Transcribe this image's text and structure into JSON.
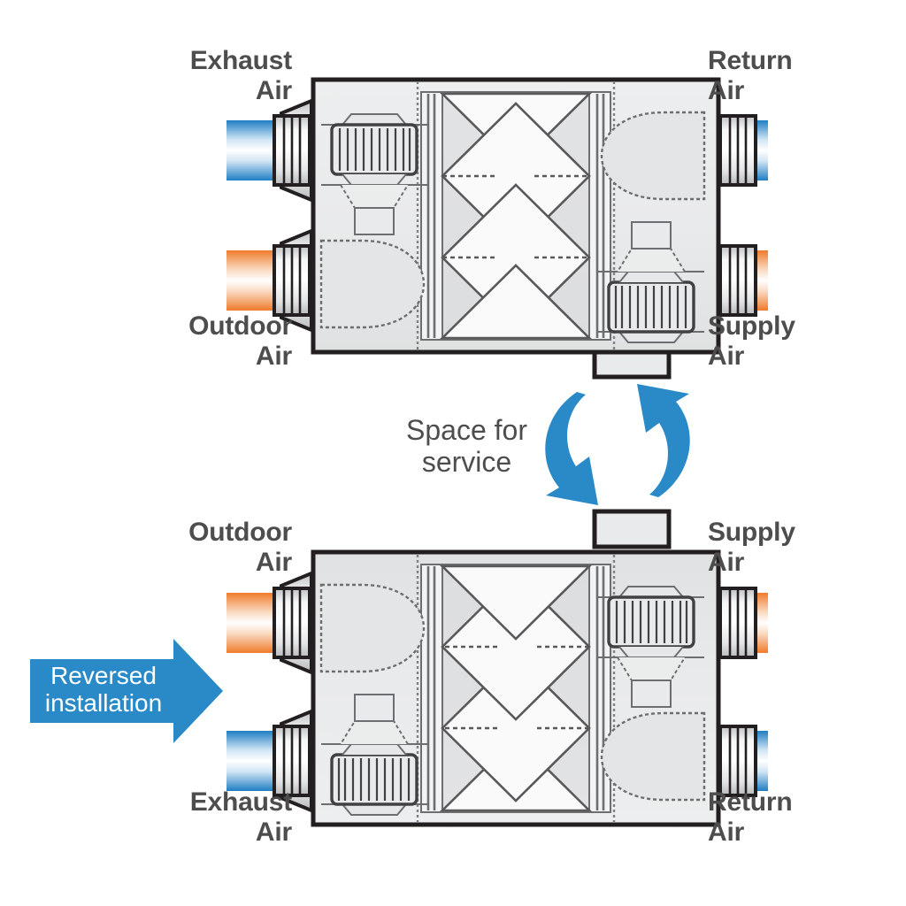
{
  "diagram": {
    "title_text_color": "#4d4d4d",
    "accent_blue": "#2a8ac8",
    "duct_blue": "#2e86c8",
    "duct_orange": "#f07a2a",
    "body_fill": "#eceded",
    "outline": "#231f20"
  },
  "units": {
    "top": {
      "name": "standard-installation-unit",
      "labels": {
        "top_left": "Exhaust\nAir",
        "top_right": "Return\nAir",
        "bottom_left": "Outdoor\nAir",
        "bottom_right": "Supply\nAir"
      },
      "duct_colors": {
        "top_left": "#2e86c8",
        "top_right": "#2e86c8",
        "bottom_left": "#f07a2a",
        "bottom_right": "#f07a2a"
      }
    },
    "bottom": {
      "name": "reversed-installation-unit",
      "labels": {
        "top_left": "Outdoor\nAir",
        "top_right": "Supply\nAir",
        "bottom_left": "Exhaust\nAir",
        "bottom_right": "Return\nAir"
      },
      "duct_colors": {
        "top_left": "#f07a2a",
        "top_right": "#f07a2a",
        "bottom_left": "#2e86c8",
        "bottom_right": "#2e86c8"
      }
    }
  },
  "annotations": {
    "service": {
      "text": "Space for\nservice",
      "icon": "rotate-arrows-icon",
      "color": "#2a8ac8"
    },
    "reversed": {
      "text": "Reversed\ninstallation",
      "icon": "right-arrow-banner-icon",
      "color": "#2a8ac8",
      "text_color": "#ffffff"
    }
  }
}
